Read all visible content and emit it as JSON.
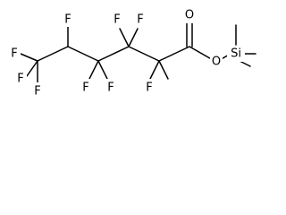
{
  "molecule": {
    "atoms": {
      "f1": "F",
      "f2": "F",
      "f3": "F",
      "f4": "F",
      "f5": "F",
      "f6": "F",
      "f7": "F",
      "f8": "F",
      "f9": "F",
      "o_carbonyl": "O",
      "o_ester": "O",
      "si": "Si"
    },
    "colors": {
      "bond": "#000000",
      "label": "#000000",
      "background": "#ffffff"
    }
  }
}
